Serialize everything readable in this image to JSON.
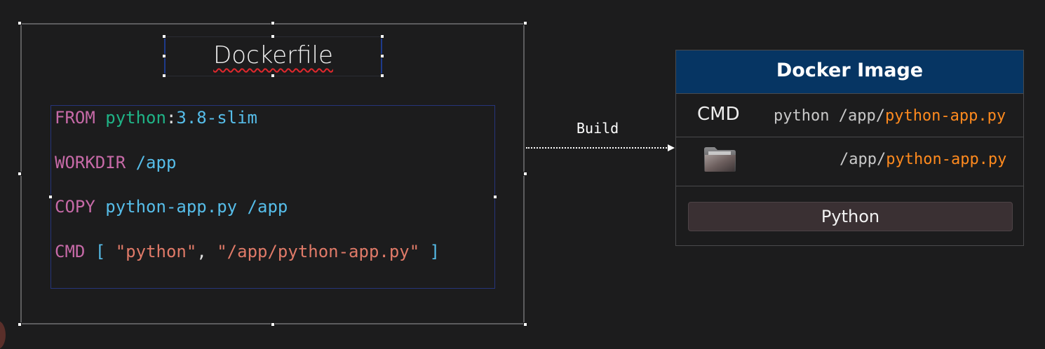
{
  "dockerfile": {
    "title": "Dockerfile",
    "lines": [
      {
        "instruction": "FROM",
        "parts": [
          "python",
          ":",
          "3.8-slim"
        ]
      },
      {
        "instruction": "WORKDIR",
        "parts": [
          "/app"
        ]
      },
      {
        "instruction": "COPY",
        "parts": [
          "python-app.py",
          "/app"
        ]
      },
      {
        "instruction": "CMD",
        "parts": [
          "[",
          "\"python\"",
          ",",
          "\"/app/python-app.py\"",
          "]"
        ]
      }
    ]
  },
  "arrow": {
    "label": "Build"
  },
  "image": {
    "title": "Docker Image",
    "cmd_row": {
      "key": "CMD",
      "prefix": "python /app/",
      "file": "python-app.py"
    },
    "file_row": {
      "icon": "folder-icon",
      "prefix": "/app/",
      "file": "python-app.py"
    },
    "base_layer": "Python"
  },
  "colors": {
    "background": "#1c1c1d",
    "header": "#063563",
    "keyword": "#c76aa8",
    "string": "#e07a68",
    "accent_orange": "#ff8a1e"
  }
}
